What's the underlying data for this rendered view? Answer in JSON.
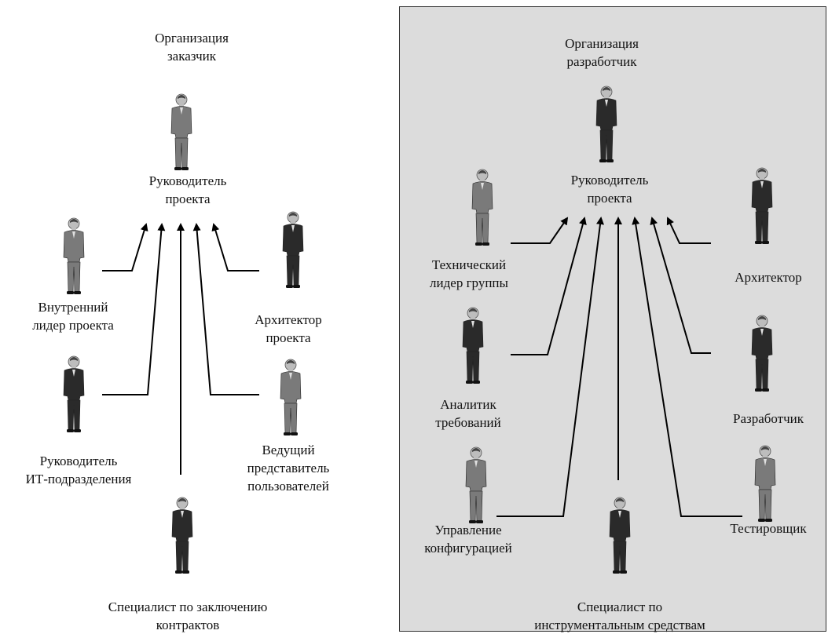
{
  "customer_org": {
    "heading": [
      "Организация",
      "заказчик"
    ],
    "project_manager": [
      "Руководитель",
      "проекта"
    ],
    "internal_leader": [
      "Внутренний",
      "лидер проекта"
    ],
    "project_architect": [
      "Архитектор",
      "проекта"
    ],
    "it_head": [
      "Руководитель",
      "ИТ-подразделения"
    ],
    "user_rep": [
      "Ведущий",
      "представитель",
      "пользователей"
    ],
    "contracts_specialist": [
      "Специалист по заключению",
      "контрактов"
    ]
  },
  "developer_org": {
    "heading": [
      "Организация",
      "разработчик"
    ],
    "project_manager": [
      "Руководитель",
      "проекта"
    ],
    "tech_lead": [
      "Технический",
      "лидер группы"
    ],
    "architect": [
      "Архитектор"
    ],
    "analyst": [
      "Аналитик",
      "требований"
    ],
    "developer": [
      "Разработчик"
    ],
    "config_mgmt": [
      "Управление",
      "конфигурацией"
    ],
    "tester": [
      "Тестировщик"
    ],
    "tools_specialist": [
      "Специалист по",
      "инструментальным средствам"
    ]
  },
  "colors": {
    "panel": "#dcdcdc",
    "suit_dark": "#2a2a2a",
    "suit_light": "#7a7a7a",
    "line": "#000000"
  }
}
